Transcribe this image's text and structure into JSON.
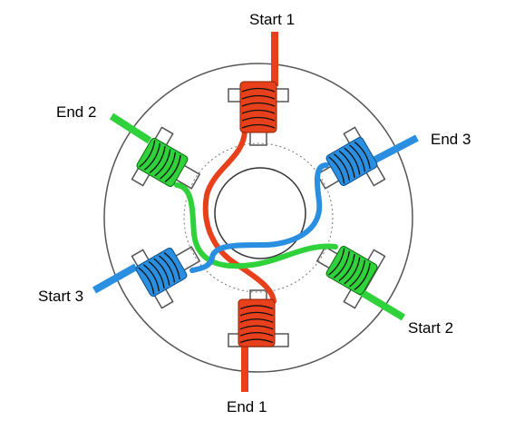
{
  "labels": {
    "start1": "Start 1",
    "end1": "End 1",
    "start2": "Start 2",
    "end2": "End 2",
    "start3": "Start 3",
    "end3": "End 3"
  },
  "colors": {
    "phase1": "#e8401c",
    "phase2": "#2fd23a",
    "phase3": "#2a8fe0",
    "stator_outline": "#555555",
    "stator_fill": "#ffffff"
  }
}
